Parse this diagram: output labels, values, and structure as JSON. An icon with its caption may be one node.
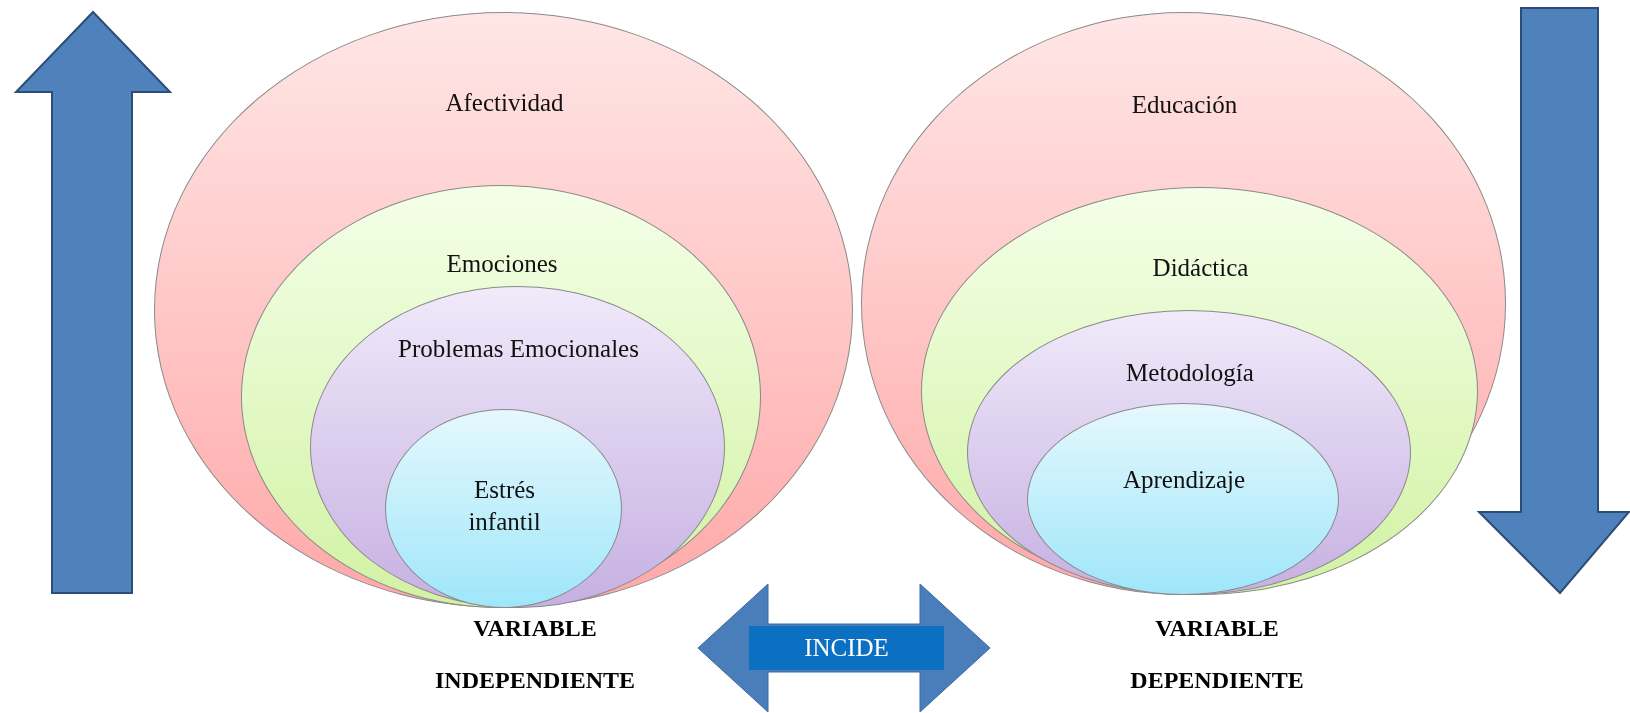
{
  "diagram": {
    "nodes": [
      {
        "text": [
          "Afectividad"
        ],
        "beside": [
          "VARIABLE INDEPENDIENTE"
        ]
      },
      {
        "text": [
          "Emociones"
        ],
        "in": 0
      },
      {
        "text": [
          "Problemas Emocionales"
        ],
        "in": 1
      },
      {
        "text": [
          "Estrés infantil"
        ],
        "in": 2
      },
      {
        "text": [
          "Educación"
        ],
        "beside": [
          "VARIABLE DEPENDIENTE"
        ]
      },
      {
        "text": [
          "Didáctica"
        ],
        "in": 4
      },
      {
        "text": [
          "Metodología"
        ],
        "in": 5
      },
      {
        "text": [
          "Aprendizaje"
        ],
        "in": 6
      }
    ],
    "edges": [
      {
        "from": 0,
        "to": 4,
        "arrow": "both",
        "label": "INCIDE"
      }
    ]
  }
}
